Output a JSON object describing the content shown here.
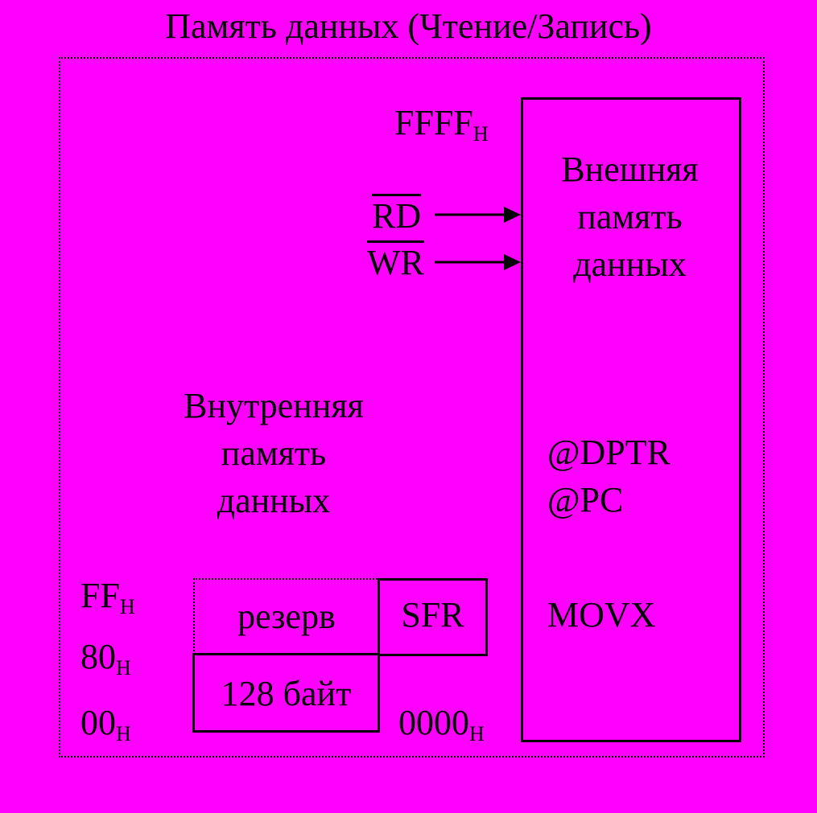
{
  "title": "Память данных (Чтение/Запись)",
  "external": {
    "label_line1": "Внешняя",
    "label_line2": "память",
    "label_line3": "данных",
    "top_address": "FFFF",
    "top_address_sub": "H",
    "bottom_address": "0000",
    "bottom_address_sub": "H",
    "addressing_1": "@DPTR",
    "addressing_2": "@PC",
    "instruction": "MOVX"
  },
  "signals": {
    "read": "RD",
    "write": "WR"
  },
  "internal": {
    "label_line1": "Внутренняя",
    "label_line2": "память",
    "label_line3": "данных",
    "addr_ff": "FF",
    "addr_80": "80",
    "addr_00": "00",
    "addr_sub": "H",
    "reserve_label": "резерв",
    "sfr_label": "SFR",
    "lower_label": "128 байт"
  }
}
